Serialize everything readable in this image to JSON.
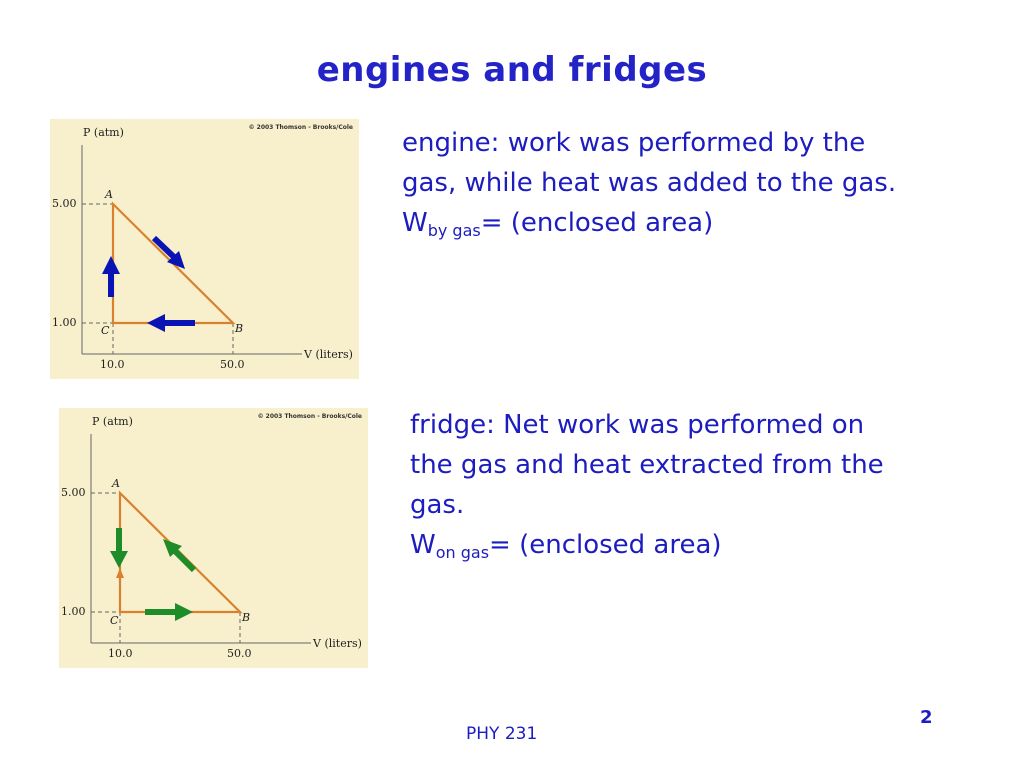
{
  "title": "engines and fridges",
  "colors": {
    "title": "#2323c8",
    "text": "#1c1cc0",
    "panel": "#f8f0cc",
    "cycle_line": "#d9812c",
    "engine_arrow": "#0a14b4",
    "fridge_arrow": "#1e8c28"
  },
  "engine": {
    "text_line1": "engine: work was performed by the",
    "text_line2": "gas, while heat was added to the gas.",
    "w_symbol": "W",
    "w_sub": "by gas",
    "w_rest": "= (enclosed area)"
  },
  "fridge": {
    "text_line1": "fridge: Net work was performed on",
    "text_line2": "the gas and heat extracted from the",
    "text_line3": "gas.",
    "w_symbol": "W",
    "w_sub": "on gas",
    "w_rest": "= (enclosed area)"
  },
  "diagram_labels": {
    "y_axis": "P (atm)",
    "x_axis": "V (liters)",
    "copyright": "© 2003 Thomson - Brooks/Cole",
    "y_tick_high": "5.00",
    "y_tick_low": "1.00",
    "x_tick_low": "10.0",
    "x_tick_high": "50.0",
    "point_a": "A",
    "point_b": "B",
    "point_c": "C"
  },
  "footer": "PHY 231",
  "page_number": "2"
}
